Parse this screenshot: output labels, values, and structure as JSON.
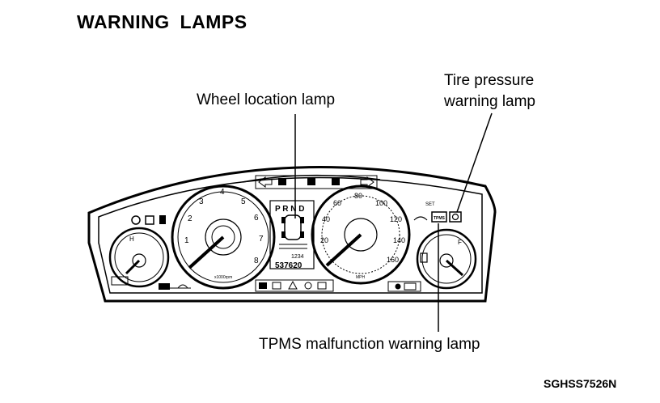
{
  "title": "WARNING  LAMPS",
  "callouts": {
    "wheel_location": "Wheel location lamp",
    "tire_pressure_line1": "Tire pressure",
    "tire_pressure_line2": "warning lamp",
    "tpms_malfunction": "TPMS malfunction warning lamp"
  },
  "figure_code": "SGHSS7526N",
  "cluster": {
    "gear_indicator": "P R N D",
    "tach_numbers": [
      "1",
      "2",
      "3",
      "4",
      "5",
      "6",
      "7",
      "8"
    ],
    "speed_numbers": [
      "20",
      "40",
      "60",
      "80",
      "100",
      "120",
      "140",
      "160"
    ],
    "tach_unit": "x1000rpm",
    "speed_unit": "MPH",
    "odometer": "537620",
    "trip": "1234",
    "temp_letter": "H",
    "fuel_letter": "F",
    "set_label": "SET",
    "tpms_lamp_text": "TPMS"
  },
  "colors": {
    "ink": "#000000",
    "paper": "#ffffff"
  }
}
